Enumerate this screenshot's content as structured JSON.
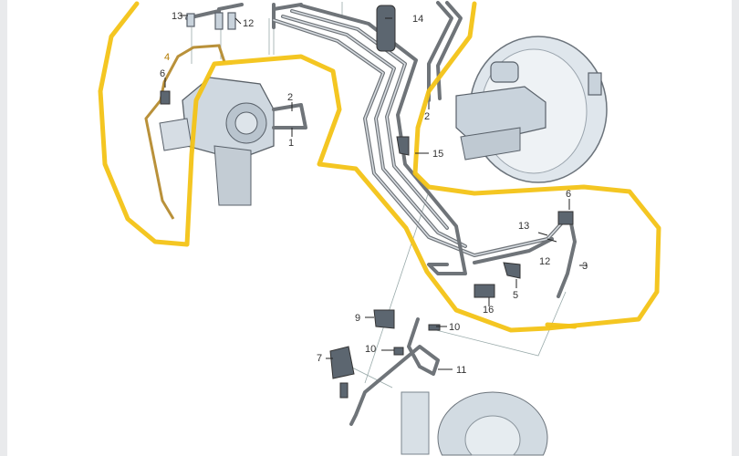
{
  "diagram": {
    "title": "Brake line layout with ABS unit and brake booster",
    "highlight_color": "#f3c316",
    "part_labels": {
      "abs_13": "13",
      "abs_12": "12",
      "abs_4": "4",
      "abs_6": "6",
      "abs_2": "2",
      "abs_1": "1",
      "spring_14": "14",
      "booster_2": "2",
      "clip_15": "15",
      "rear_6": "6",
      "rear_13": "13",
      "rear_12": "12",
      "rear_3": "3",
      "rear_5": "5",
      "rear_16": "16",
      "front_9": "9",
      "front_10a": "10",
      "front_10b": "10",
      "front_7": "7",
      "front_11": "11"
    }
  }
}
